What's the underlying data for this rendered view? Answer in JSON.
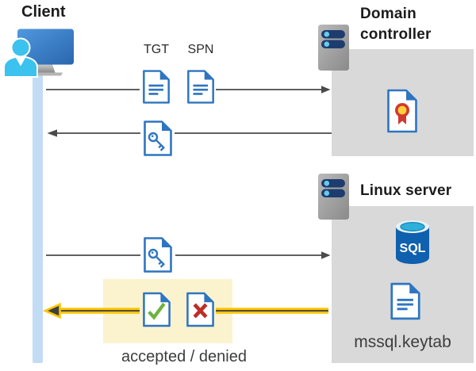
{
  "client": {
    "label": "Client"
  },
  "flow_labels": {
    "tgt": "TGT",
    "spn": "SPN",
    "result": "accepted / denied"
  },
  "domain_controller": {
    "title": "Domain controller"
  },
  "linux_server": {
    "title": "Linux server",
    "sql_badge": "SQL",
    "keytab": "mssql.keytab"
  },
  "icons": [
    "client-workstation-icon",
    "server-tower-icon",
    "ticket-document-icon",
    "key-ticket-icon",
    "certificate-icon",
    "sql-database-icon",
    "keytab-document-icon",
    "accepted-document-icon",
    "denied-document-icon"
  ],
  "colors": {
    "doc_blue": "#2E75C0",
    "arrow_gray": "#4A4A4A",
    "box_gray": "#D9D9D9",
    "highlight_yellow": "#FBF3CE",
    "lifeline_blue": "#C3DCF6",
    "accent_yellow": "#FBC606",
    "check_green": "#6CB33F",
    "cross_red": "#BE2E26",
    "sql_blue": "#0F60AE",
    "person_cyan": "#3BC2EE",
    "server_pill_navy": "#1E3C6E"
  }
}
